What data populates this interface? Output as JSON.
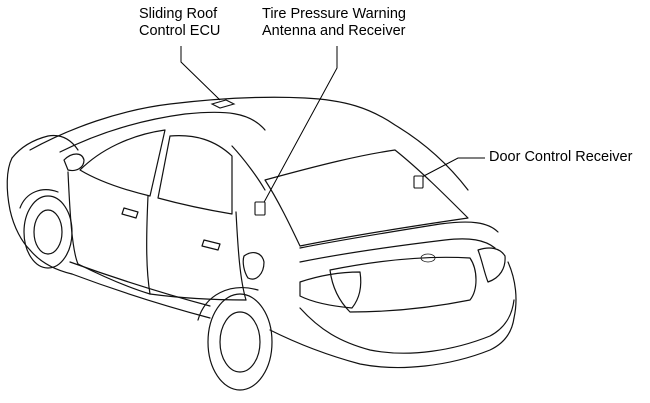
{
  "callouts": {
    "sliding_roof_ecu": {
      "line1": "Sliding Roof",
      "line2": "Control ECU"
    },
    "tire_pressure": {
      "line1": "Tire Pressure Warning",
      "line2": "Antenna and Receiver"
    },
    "door_control": {
      "line1": "Door Control Receiver"
    }
  }
}
